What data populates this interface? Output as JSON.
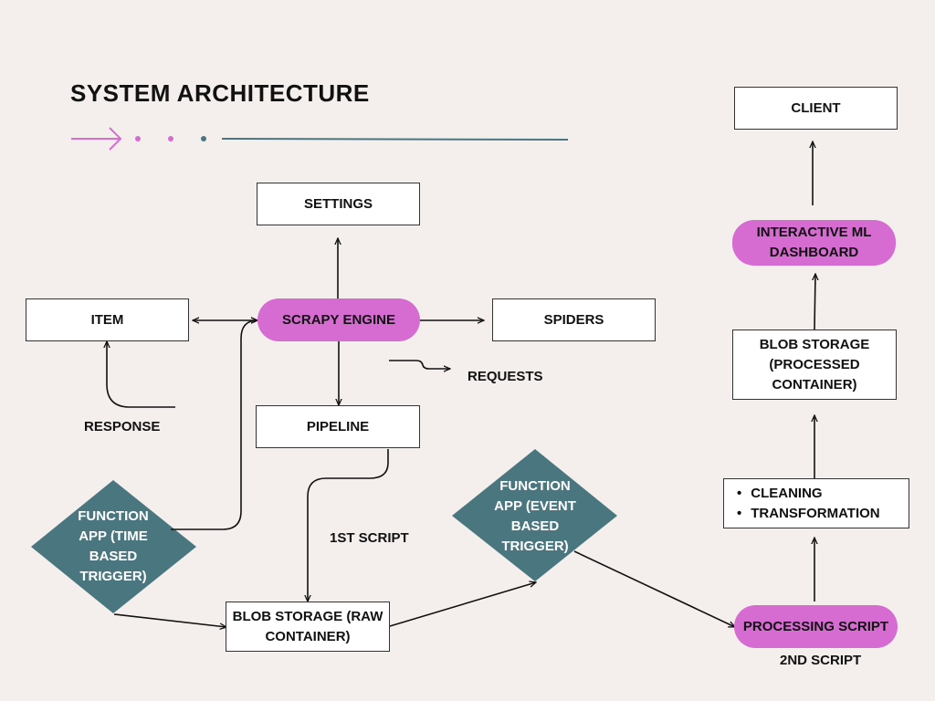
{
  "title": "SYSTEM ARCHITECTURE",
  "colors": {
    "background": "#f4efed",
    "pill": "#d66bd1",
    "diamond": "#4a7680",
    "accent_arrow": "#d66bd1",
    "accent_line": "#4a7680"
  },
  "nodes": {
    "settings": "SETTINGS",
    "item": "ITEM",
    "scrapy_engine": "SCRAPY ENGINE",
    "spiders": "SPIDERS",
    "pipeline": "PIPELINE",
    "function_time_1": "FUNCTION",
    "function_time_2": "APP (TIME",
    "function_time_3": "BASED",
    "function_time_4": "TRIGGER)",
    "function_event_1": "FUNCTION",
    "function_event_2": "APP (EVENT",
    "function_event_3": "BASED",
    "function_event_4": "TRIGGER)",
    "blob_raw_1": "BLOB STORAGE (RAW",
    "blob_raw_2": "CONTAINER)",
    "processing_script": "PROCESSING SCRIPT",
    "cleaning": "CLEANING",
    "transformation": "TRANSFORMATION",
    "blob_processed_1": "BLOB STORAGE",
    "blob_processed_2": "(PROCESSED",
    "blob_processed_3": "CONTAINER)",
    "dashboard_1": "INTERACTIVE ML",
    "dashboard_2": "DASHBOARD",
    "client": "CLIENT"
  },
  "labels": {
    "response": "RESPONSE",
    "requests": "REQUESTS",
    "first_script": "1ST SCRIPT",
    "second_script": "2ND SCRIPT"
  }
}
